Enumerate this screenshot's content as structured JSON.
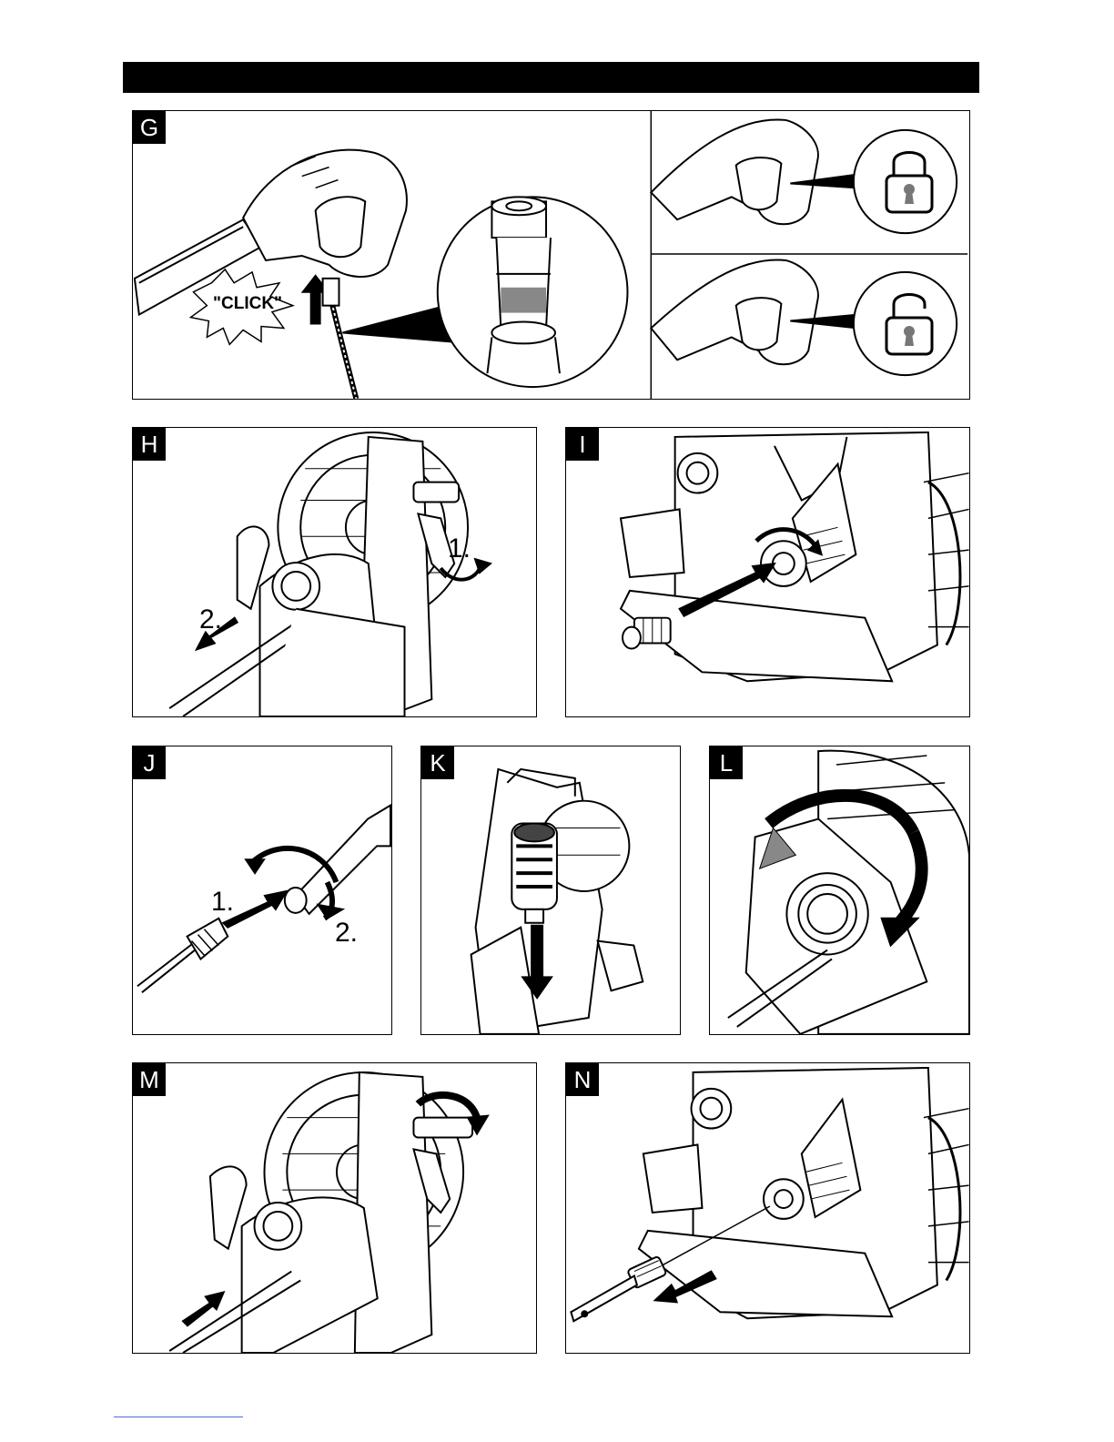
{
  "panels": {
    "g": {
      "label": "G",
      "click": "\"CLICK\""
    },
    "h": {
      "label": "H",
      "step1": "1.",
      "step2": "2."
    },
    "i": {
      "label": "I"
    },
    "j": {
      "label": "J",
      "step1": "1.",
      "step2": "2."
    },
    "k": {
      "label": "K"
    },
    "l": {
      "label": "L"
    },
    "m": {
      "label": "M"
    },
    "n": {
      "label": "N"
    }
  },
  "icons": {
    "locked": "padlock-closed-icon",
    "unlocked": "padlock-open-icon"
  }
}
